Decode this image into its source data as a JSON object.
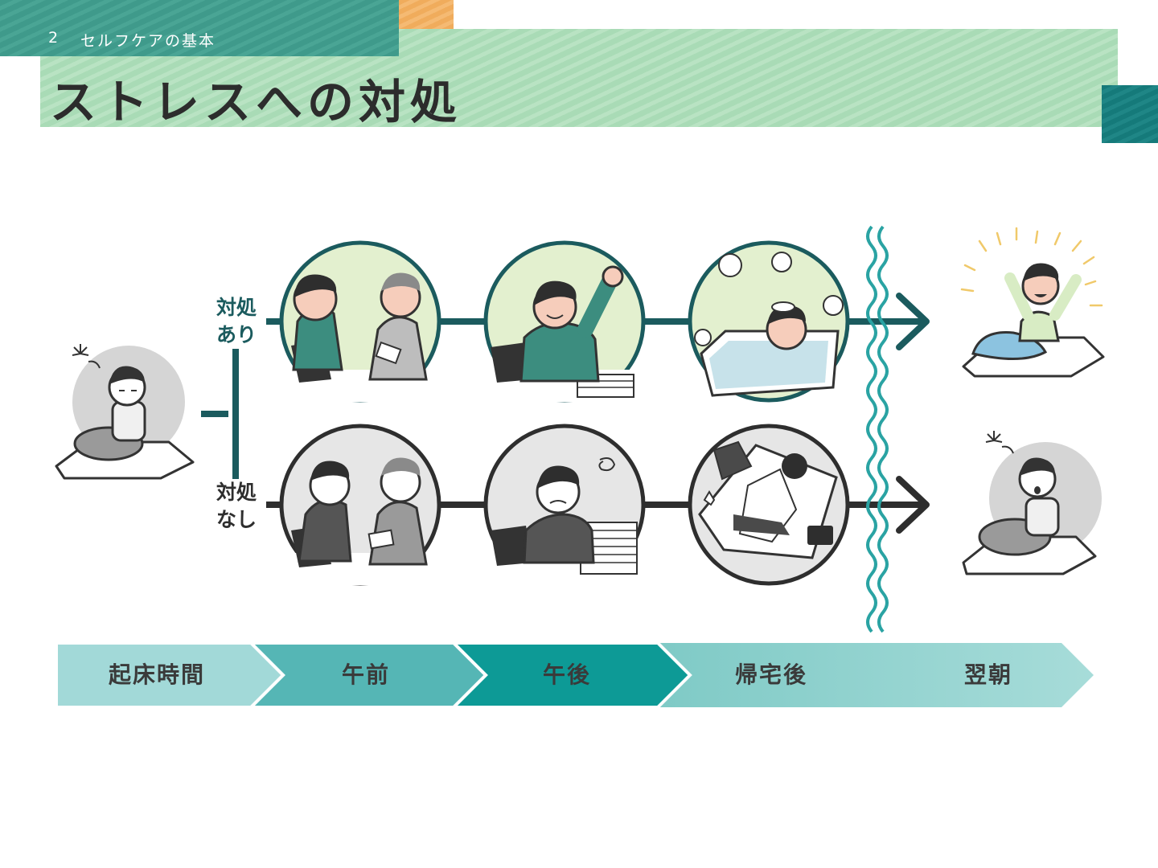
{
  "header": {
    "section_number": "2",
    "section_label": "セルフケアの基本",
    "title": "ストレスへの対処"
  },
  "branches": {
    "with_coping": {
      "line1": "対処",
      "line2": "あり"
    },
    "without_coping": {
      "line1": "対処",
      "line2": "なし"
    }
  },
  "timeline": {
    "stages": [
      "起床時間",
      "午前",
      "午後",
      "帰宅後",
      "翌朝"
    ]
  },
  "colors": {
    "teal_dark": "#1b5b5e",
    "charcoal": "#2e2e2e",
    "green_panel": "#e3f0cf",
    "gray_panel": "#e6e6e6",
    "wave": "#2aa3a3"
  }
}
